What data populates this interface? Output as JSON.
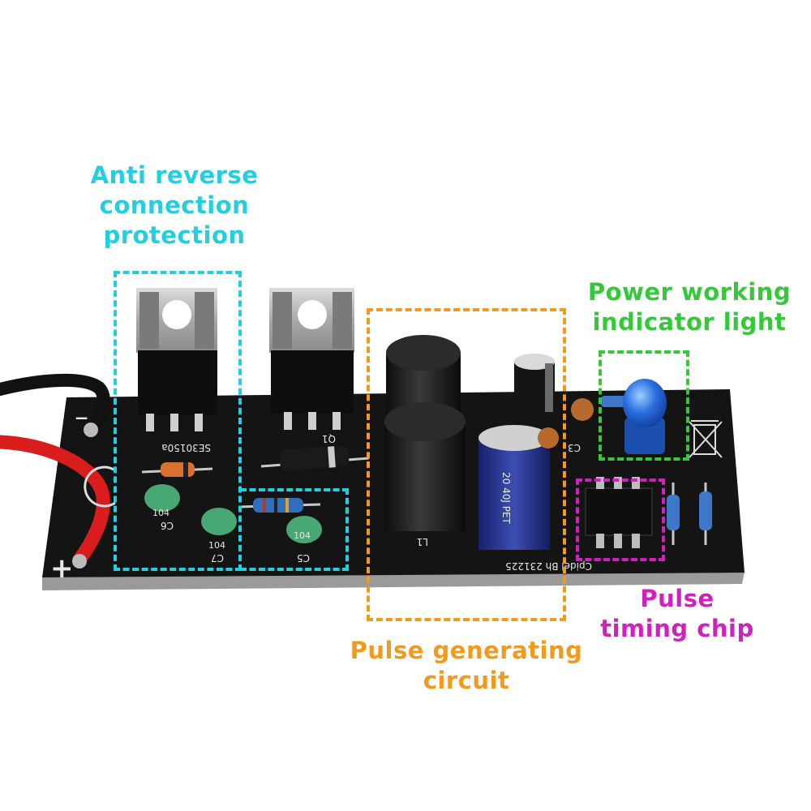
{
  "colors": {
    "cyan": "#22cfe0",
    "orange": "#f29a1e",
    "green": "#35c93a",
    "magenta": "#d21fc0",
    "pcb": "#141414",
    "wire_red": "#d91d1d",
    "wire_black": "#111111"
  },
  "annotations": {
    "anti_reverse": {
      "lines": [
        "Anti reverse",
        "connection",
        "protection"
      ]
    },
    "power_indicator": {
      "lines": [
        "Power working",
        "indicator light"
      ]
    },
    "pulse_generating": {
      "lines": [
        "Pulse generating",
        "circuit"
      ]
    },
    "pulse_timing": {
      "lines": [
        "Pulse",
        "timing chip"
      ]
    }
  },
  "board_markings": {
    "q_left": "SE30150a",
    "q_right": "Q1",
    "c6": "C6",
    "c7": "C7",
    "c5": "C5",
    "cap_code_1": "104",
    "cap_code_2": "104",
    "cap_code_3": "104",
    "c3": "C3",
    "inductor_mark": "L1",
    "board_code": "Cpidel Bh 231225",
    "electrolytic_text": "20 40J PET",
    "minus": "–",
    "plus": "+"
  }
}
